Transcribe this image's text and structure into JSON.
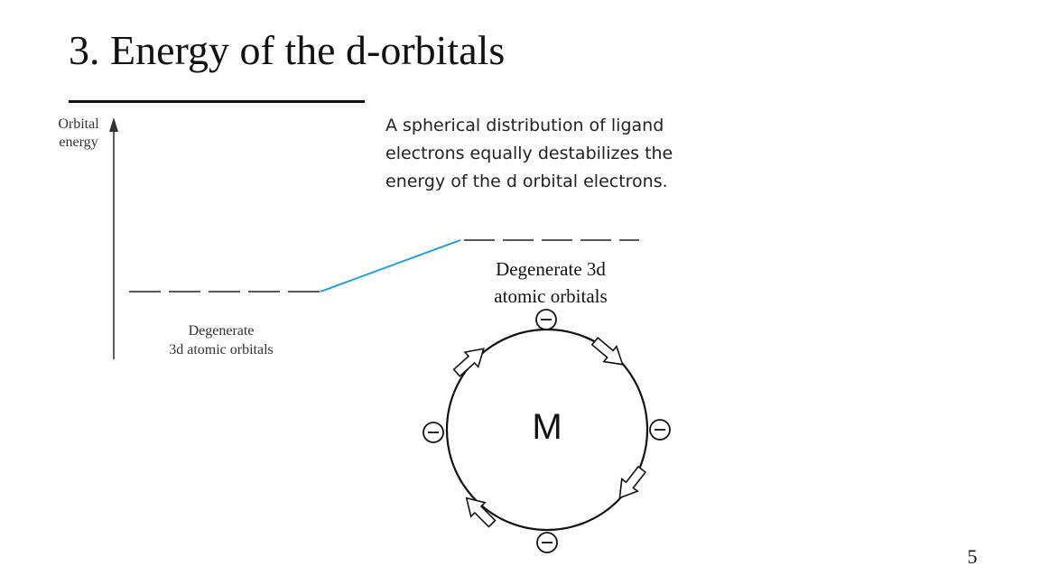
{
  "title": "3. Energy of the d-orbitals",
  "axis_label": [
    "Orbital",
    "energy"
  ],
  "left_caption": [
    "Degenerate",
    "3d atomic orbitals"
  ],
  "description": [
    "A spherical distribution of ligand",
    "electrons equally destabilizes the",
    "energy of the d orbital electrons."
  ],
  "right_caption": [
    "Degenerate 3d",
    "atomic orbitals"
  ],
  "metal": "M",
  "ligand_symbol": "−",
  "page_number": "5",
  "colors": {
    "text": "#111111",
    "connector_line": "#2a9fd6",
    "axis": "#333333"
  }
}
